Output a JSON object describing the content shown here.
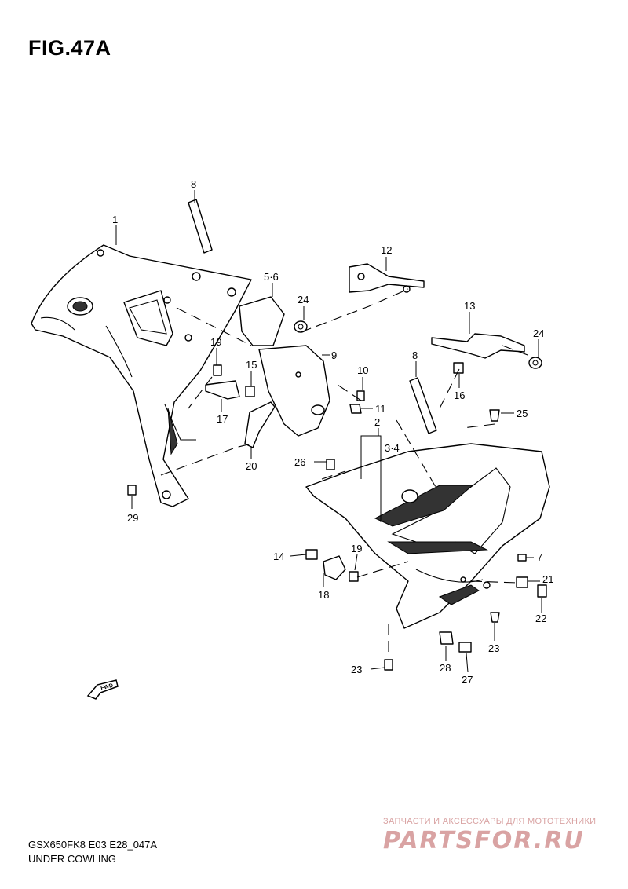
{
  "figure": {
    "title": "FIG.47A"
  },
  "footer": {
    "model_code": "GSX650FK8 E03 E28_047A",
    "section": "UNDER COWLING"
  },
  "watermark": {
    "caption": "ЗАПЧАСТИ И АКСЕССУАРЫ ДЛЯ МОТОТЕХНИКИ",
    "logo_text": "PARTSFOR.RU",
    "color": "#d9a3a3"
  },
  "direction_marker": {
    "text": "FWD"
  },
  "callouts": [
    "1",
    "8",
    "5·6",
    "24",
    "12",
    "19",
    "15",
    "9",
    "10",
    "17",
    "11",
    "20",
    "29",
    "13",
    "24",
    "16",
    "8",
    "25",
    "2",
    "3·4",
    "26",
    "14",
    "19",
    "18",
    "7",
    "21",
    "22",
    "23",
    "23",
    "28",
    "27"
  ]
}
